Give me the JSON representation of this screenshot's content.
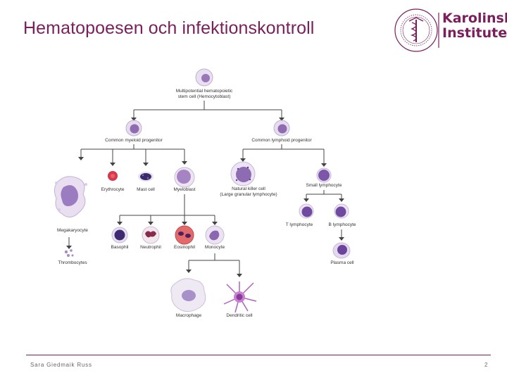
{
  "slide": {
    "title": "Hematopoesen och infektionskontroll",
    "author": "Sara Giedmaik Russ",
    "page_number": "2"
  },
  "logo": {
    "name_line1": "Karolinska",
    "name_line2": "Institutet",
    "seal_name": "karolinska-seal",
    "brand_color": "#7a1f5c"
  },
  "diagram": {
    "cells": {
      "stem": {
        "label_line1": "Multipotential hematopoietic",
        "label_line2": "stem cell (Hemocytoblast)"
      },
      "myeloid_progenitor": {
        "label": "Common myeloid progenitor"
      },
      "lymphoid_progenitor": {
        "label": "Common lymphoid progenitor"
      },
      "erythrocyte": {
        "label": "Erythrocyte"
      },
      "mast_cell": {
        "label": "Mast cell"
      },
      "myeloblast": {
        "label": "Myeloblast"
      },
      "nk_cell": {
        "label_line1": "Natural killer cell",
        "label_line2": "(Large granular lymphocyte)"
      },
      "small_lymphocyte": {
        "label": "Small lymphocyte"
      },
      "megakaryocyte": {
        "label": "Megakaryocyte"
      },
      "thrombocytes": {
        "label": "Thrombocytes"
      },
      "basophil": {
        "label": "Basophil"
      },
      "neutrophil": {
        "label": "Neutrophil"
      },
      "eosinophil": {
        "label": "Eosinophil"
      },
      "monocyte": {
        "label": "Monocyte"
      },
      "t_lymphocyte": {
        "label": "T lymphocyte"
      },
      "b_lymphocyte": {
        "label": "B lymphocyte"
      },
      "plasma_cell": {
        "label": "Plasma cell"
      },
      "macrophage": {
        "label": "Macrophage"
      },
      "dendritic_cell": {
        "label": "Dendritic cell"
      }
    }
  }
}
